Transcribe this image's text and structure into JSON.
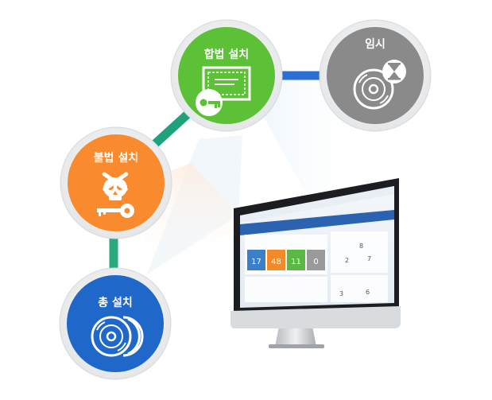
{
  "nodes": {
    "legal": {
      "label": "합법 설치",
      "color": "#5cc136",
      "icon": "certificate-key-icon"
    },
    "temp": {
      "label": "임시",
      "color": "#8a8a8a",
      "icon": "disc-hourglass-icon"
    },
    "illegal": {
      "label": "불법 설치",
      "color": "#f98a2e",
      "icon": "skull-key-icon"
    },
    "total": {
      "label": "총 설치",
      "color": "#1f68c9",
      "icon": "disc-stack-icon"
    }
  },
  "connector_colors": {
    "legal_temp": "#2a6fd1",
    "illegal_legal": "#1ea27c",
    "total_illegal": "#2aa87f"
  },
  "monitor": {
    "dashboard": {
      "colors": {
        "header": "#2b63b0",
        "tile_blue": "#3a7fc8",
        "tile_orange": "#f28a2a",
        "tile_green": "#5cb844",
        "tile_gray": "#9a9a9a"
      },
      "tile_values": [
        "17",
        "48",
        "11",
        "0"
      ],
      "side_values": [
        "8",
        "2",
        "7"
      ],
      "bottom_values": [
        "3",
        "6"
      ]
    }
  }
}
